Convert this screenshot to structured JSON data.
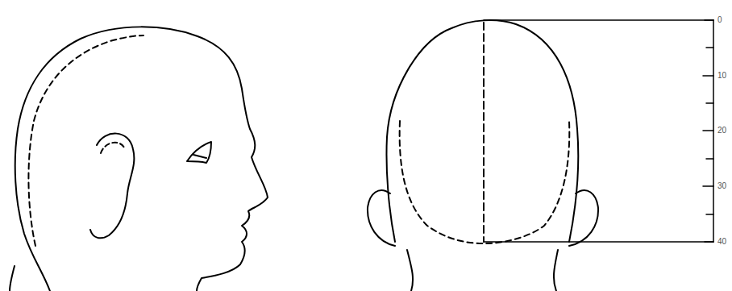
{
  "diagram": {
    "labels": [
      "0",
      "10",
      "20",
      "30",
      "40"
    ]
  }
}
